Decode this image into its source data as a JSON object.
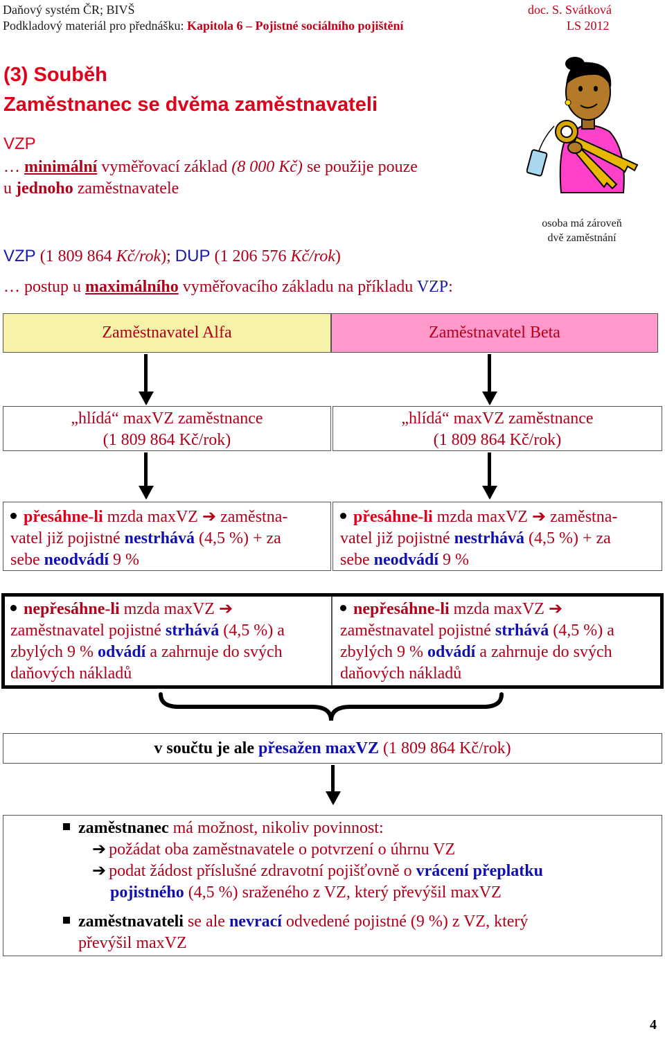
{
  "header": {
    "left_line1": "Daňový systém ČR; BIVŠ",
    "right_line1": "doc. S. Svátková",
    "left_line2_prefix": "Podkladový materiál pro přednášku: ",
    "left_line2_bold": "Kapitola 6 – Pojistné sociálního pojištění",
    "right_line2": "LS 2012"
  },
  "title": {
    "line1": "(3) Souběh",
    "line2": "Zaměstnanec se dvěma zaměstnavateli"
  },
  "vzp_section": {
    "label": "VZP",
    "line1_prefix": "… ",
    "line1_bold": "minimální",
    "line1_mid": " vyměřovací základ ",
    "line1_paren": "(8 000 Kč)",
    "line1_suffix": " se použije pouze",
    "line2_prefix": "u ",
    "line2_bold": "jednoho",
    "line2_suffix": " zaměstnavatele"
  },
  "limits": {
    "vzp_label": "VZP",
    "vzp_value": " (1 809 864 ",
    "vzp_unit": "Kč/rok",
    "sep": "); ",
    "dup_label": "DUP",
    "dup_value": " (1 206 576 ",
    "dup_unit": "Kč/rok",
    "close": ")"
  },
  "procedure": {
    "prefix": "… postup u ",
    "bold": "maximálního",
    "mid": " vyměřovacího základu na příkladu ",
    "vzp": "VZP",
    "suffix": ":"
  },
  "illustration": {
    "caption_line1": "osoba má zároveň",
    "caption_line2": "dvě zaměstnání"
  },
  "employers": {
    "alfa": "Zaměstnavatel Alfa",
    "beta": "Zaměstnavatel Beta",
    "alfa_color": "#f6f2a8",
    "beta_color": "#ff99cc"
  },
  "watch": {
    "line1": "„hlídá“ maxVZ zaměstnance",
    "line2": "(1 809 864 Kč/rok)"
  },
  "exceeds": {
    "red": "přesáhne-li",
    "t1": " mzda maxVZ ➔ zaměstna-",
    "t2": "vatel již pojistné ",
    "blue1": "nestrhává",
    "t3": " (4,5 %) + za",
    "t4": "sebe ",
    "blue2": "neodvádí",
    "t5": " 9 %"
  },
  "not_exceeds": {
    "bold": "nepřesáhne-li",
    "t1": " mzda maxVZ ➔",
    "t2": "zaměstnavatel pojistné ",
    "blue1": "strhává",
    "t3": " (4,5 %) a",
    "t4": "zbylých 9 % ",
    "blue2": "odvádí",
    "t5": " a zahrnuje do svých",
    "t6": "daňových nákladů"
  },
  "sum": {
    "bold": "v součtu je ale ",
    "blue_bold": "přesažen maxVZ",
    "suffix": " (1 809 864 Kč/rok)"
  },
  "conclusion": {
    "b1_bold": "zaměstnanec",
    "b1_text": " má možnost, nikoliv povinnost:",
    "s1": "požádat oba zaměstnavatele o potvrzení o úhrnu VZ",
    "s2_prefix": "podat žádost příslušné zdravotní pojišťovně o ",
    "s2_blue": "vrácení přeplatku",
    "s2_blue2": "pojistného",
    "s2_suffix": " (4,5 %) sraženého z VZ, který převýšil maxVZ",
    "b2_bold": "zaměstnavateli",
    "b2_text1": " se ale ",
    "b2_blue": "nevrací",
    "b2_text2": " odvedené pojistné (9 %) z VZ, který",
    "b2_line2": "převýšil maxVZ"
  },
  "page_number": "4"
}
